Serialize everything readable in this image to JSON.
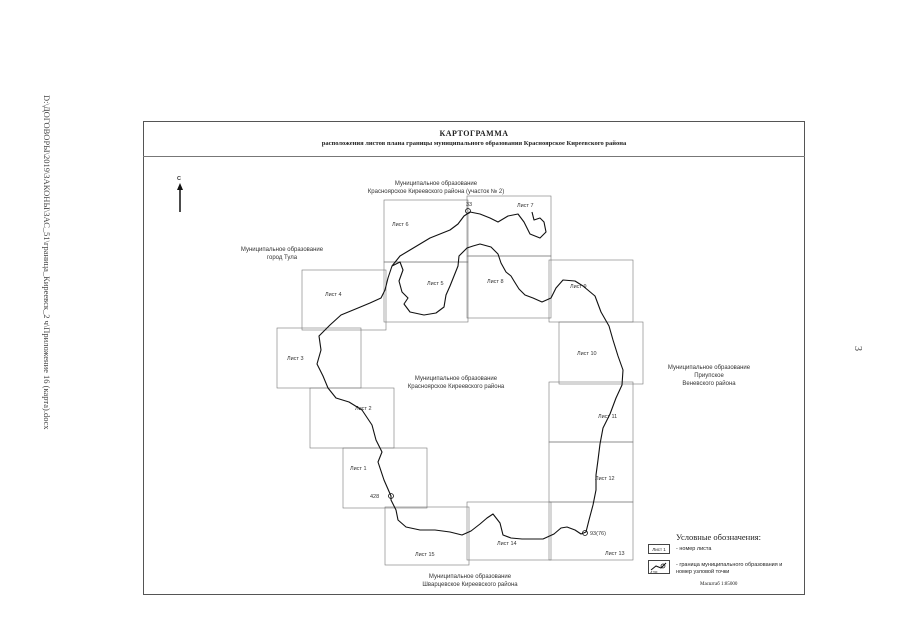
{
  "side_text": "D:\\ДОГОВОРЫ\\2019\\ЗАКОНЫ\\ЗАС_51\\граница_Киреевск_2 ч\\Приложение 16 (карта).docx",
  "page_number": "3",
  "title": "КАРТОГРАММА",
  "subtitle": "расположения листов плана границы муниципального образования Красноярское Киреевского района",
  "north_label": "С",
  "center_label": [
    "Муниципальное образование",
    "Красноярское Киреевского района"
  ],
  "regions": {
    "north": [
      "Муниципальное образование",
      "Красноярское Киреевского района (участок № 2)"
    ],
    "west": [
      "Муниципальное образование",
      "город Тула"
    ],
    "east": [
      "Муниципальное образование",
      "Приупское",
      "Веневского района"
    ],
    "south": [
      "Муниципальное образование",
      "Шварцевское Киреевского района"
    ]
  },
  "sheets": [
    {
      "id": 1,
      "label": "Лист 1"
    },
    {
      "id": 2,
      "label": "Лист 2"
    },
    {
      "id": 3,
      "label": "Лист 3"
    },
    {
      "id": 4,
      "label": "Лист 4"
    },
    {
      "id": 5,
      "label": "Лист 5"
    },
    {
      "id": 6,
      "label": "Лист 6"
    },
    {
      "id": 7,
      "label": "Лист 7"
    },
    {
      "id": 8,
      "label": "Лист 8"
    },
    {
      "id": 9,
      "label": "Лист 9"
    },
    {
      "id": 10,
      "label": "Лист 10"
    },
    {
      "id": 11,
      "label": "Лист 11"
    },
    {
      "id": 12,
      "label": "Лист 12"
    },
    {
      "id": 13,
      "label": "Лист 13"
    },
    {
      "id": 14,
      "label": "Лист 14"
    },
    {
      "id": 15,
      "label": "Лист 15"
    }
  ],
  "node_points": [
    {
      "label": "33"
    },
    {
      "label": "428"
    },
    {
      "label": "93(76)"
    }
  ],
  "legend": {
    "title": "Условные обозначения:",
    "sheet_box": "Лист 1",
    "sheet_desc": "- номер листа",
    "node_box": "428",
    "boundary_desc": "- граница муниципального образования и номер узловой точки"
  },
  "scale": "Масштаб 1:85000"
}
